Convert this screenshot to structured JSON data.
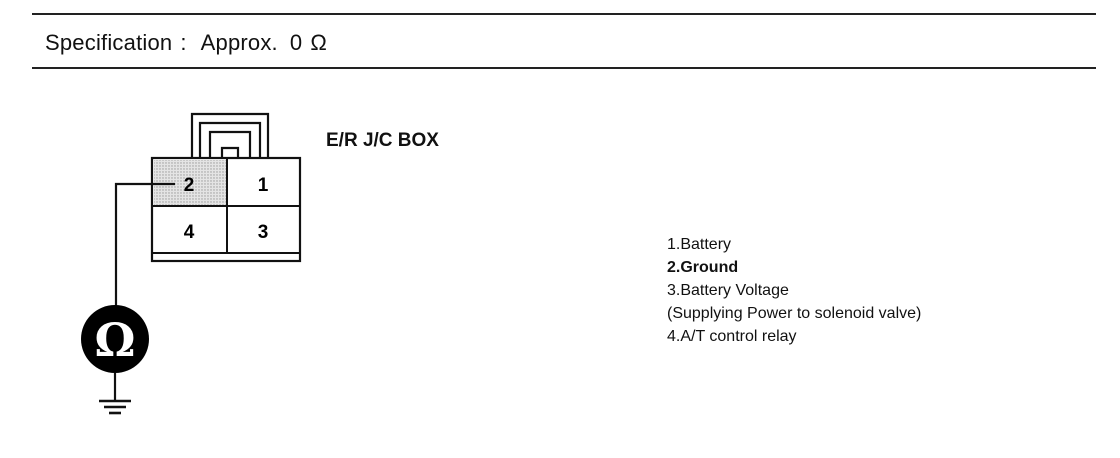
{
  "specification": {
    "label": "Specification",
    "separator": ":",
    "approx": "Approx.",
    "value": "0",
    "unit": "Ω"
  },
  "connector": {
    "title": "E/R J/C BOX",
    "pins": [
      "2",
      "1",
      "4",
      "3"
    ]
  },
  "meter": {
    "symbol": "Ω",
    "icon": "ohmmeter-icon"
  },
  "legend": [
    {
      "text": "1.Battery",
      "bold": false
    },
    {
      "text": "2.Ground",
      "bold": true
    },
    {
      "text": "3.Battery Voltage",
      "bold": false
    },
    {
      "text": "(Supplying Power to solenoid valve)",
      "bold": false
    },
    {
      "text": "4.A/T control relay",
      "bold": false
    }
  ]
}
